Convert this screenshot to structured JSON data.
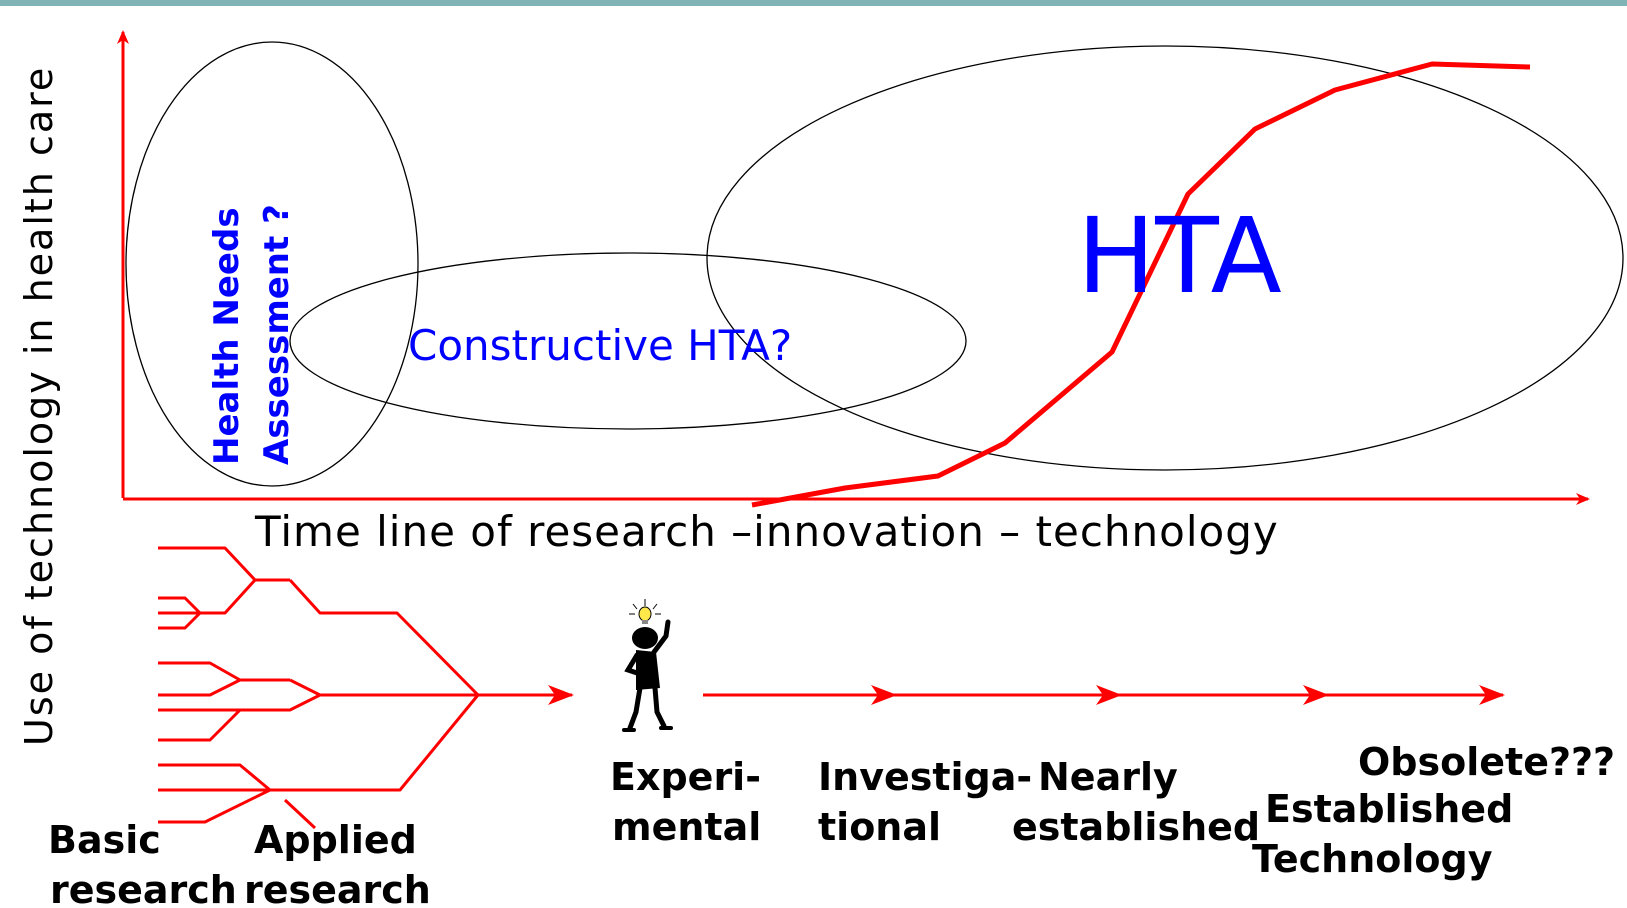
{
  "header": {
    "band_color": "#7fb3b5"
  },
  "colors": {
    "accent": "#ff0000",
    "label_blue": "#0000ff",
    "text": "#000000"
  },
  "axes": {
    "ylabel": "Use of  technology in health care",
    "xlabel": "Time line of research –innovation – technology"
  },
  "regions": {
    "hna": [
      "Health Needs",
      "Assessment ?"
    ],
    "chta": "Constructive HTA?",
    "hta": "HTA"
  },
  "stages": {
    "basic": [
      "Basic",
      "research"
    ],
    "applied": [
      "Applied",
      "research"
    ],
    "experimental": [
      "Experi-",
      "mental"
    ],
    "investigational": [
      "Investiga-",
      "tional"
    ],
    "nearly": [
      "Nearly",
      "established"
    ],
    "established": [
      "Established",
      "Technology"
    ],
    "obsolete": "Obsolete???"
  },
  "icons": {
    "figure": "thinking-person-lightbulb-icon"
  }
}
